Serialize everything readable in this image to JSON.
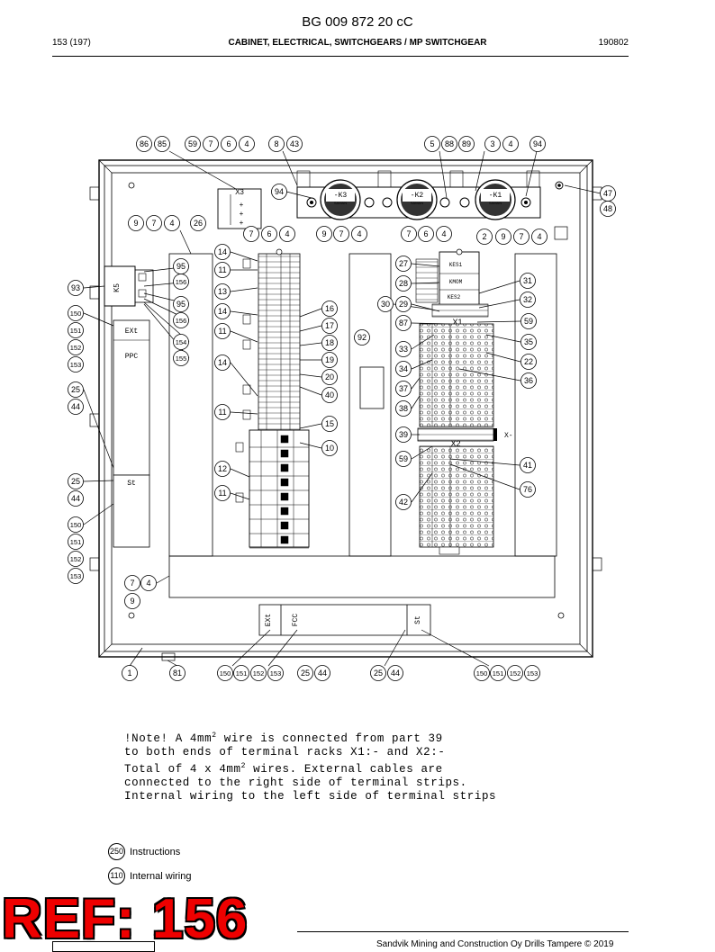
{
  "header": {
    "title": "BG 009 872 20 cC",
    "page": "153 (197)",
    "section": "CABINET, ELECTRICAL, SWITCHGEARS / MP SWITCHGEAR",
    "date": "190802"
  },
  "drawing": {
    "comp_x3": "X3",
    "comp_k3": "-K3",
    "comp_k2": "-K2",
    "comp_k1": "-K1",
    "comp_k5": "K5",
    "comp_ext": "EXt",
    "comp_ppc": "PPC",
    "comp_st": "St",
    "comp_kes1": "KES1",
    "comp_kmom": "KMOM",
    "comp_kes2": "KES2",
    "comp_x1": "X1",
    "comp_x2": "X2",
    "comp_xminus": "X-",
    "comp_fcc": "FCC",
    "comp_ext_bottom": "EXt",
    "comp_st_bottom": "St",
    "relay_brand": "SAMAN"
  },
  "callouts": {
    "c86": "86",
    "c85": "85",
    "c59a": "59",
    "c7a": "7",
    "c6a": "6",
    "c4a": "4",
    "c8": "8",
    "c43": "43",
    "c5": "5",
    "c88": "88",
    "c89": "89",
    "c3": "3",
    "c4b": "4",
    "c94a": "94",
    "c47": "47",
    "c48": "48",
    "c94b": "94",
    "c9a": "9",
    "c7b": "7",
    "c4c": "4",
    "c26": "26",
    "c7c": "7",
    "c6b": "6",
    "c4d": "4",
    "c9b": "9",
    "c7d": "7",
    "c4e": "4",
    "c7e": "7",
    "c6c": "6",
    "c4f": "4",
    "c2": "2",
    "c9c": "9",
    "c7f": "7",
    "c4g": "4",
    "c14a": "14",
    "c95a": "95",
    "c11a": "11",
    "c156a": "156",
    "c93": "93",
    "c13": "13",
    "c95b": "95",
    "c27": "27",
    "c28": "28",
    "c31": "31",
    "c32": "32",
    "c30": "30",
    "c29": "29",
    "c150a": "150",
    "c14b": "14",
    "c16": "16",
    "c156b": "156",
    "c151a": "151",
    "c11b": "11",
    "c17": "17",
    "c87": "87",
    "c59b": "59",
    "c154": "154",
    "c92": "92",
    "c18": "18",
    "c35": "35",
    "c152a": "152",
    "c155": "155",
    "c33": "33",
    "c153a": "153",
    "c19": "19",
    "c22": "22",
    "c14c": "14",
    "c34": "34",
    "c20": "20",
    "c36": "36",
    "c25a": "25",
    "c37": "37",
    "c40": "40",
    "c44a": "44",
    "c38": "38",
    "c11c": "11",
    "c15": "15",
    "c39": "39",
    "c10": "10",
    "c59c": "59",
    "c12": "12",
    "c41": "41",
    "c25b": "25",
    "c76": "76",
    "c11d": "11",
    "c44b": "44",
    "c42": "42",
    "c150b": "150",
    "c151b": "151",
    "c152b": "152",
    "c153b": "153",
    "c7g": "7",
    "c4h": "4",
    "c9d": "9",
    "c1": "1",
    "c81": "81",
    "c150c": "150",
    "c151c": "151",
    "c152c": "152",
    "c153c": "153",
    "c25c": "25",
    "c44c": "44",
    "c25d": "25",
    "c44d": "44",
    "c150d": "150",
    "c151d": "151",
    "c152d": "152",
    "c153d": "153"
  },
  "note": {
    "line1a": "!Note! A 4mm",
    "sup1": "2",
    "line1b": " wire is connected from part 39",
    "line2": "to both ends of terminal racks X1:- and X2:-",
    "line3a": "Total of 4 x 4mm",
    "sup3": "2",
    "line3b": " wires. External cables are",
    "line4": "connected to the right side of terminal strips.",
    "line5": "Internal wiring to the left side of terminal strips"
  },
  "legend": [
    {
      "num": "250",
      "label": "Instructions"
    },
    {
      "num": "110",
      "label": "Internal wiring"
    }
  ],
  "watermark": "REF: 156",
  "footer": {
    "copyright": "Sandvik Mining and Construction Oy Drills Tampere © 2019"
  }
}
